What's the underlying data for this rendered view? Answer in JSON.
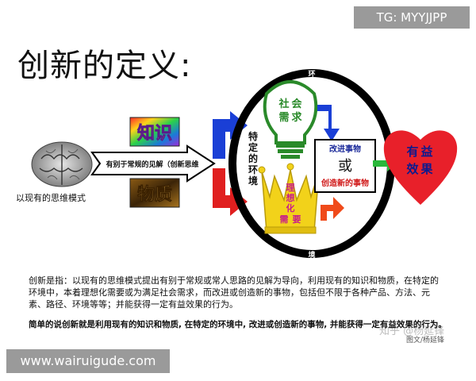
{
  "watermark_top": "TG: MYYJJPP",
  "page_title": "创新的定义:",
  "brain_caption": "以现有的思维模式",
  "knowledge_label": "知识",
  "matter_label": "物质",
  "arrow_text": "有别于常规的见解（创新思维",
  "env_label": "特定的环境",
  "ring_top_char": "环",
  "ring_bottom_char": "境",
  "bulb_text": "社会需求",
  "crown_text": "理想化需要",
  "box_improve": "改进事物",
  "box_or": "或",
  "box_create": "创造新的事物",
  "heart_text": "有益效果",
  "definition": "创新是指：以现有的思维模式提出有别于常规或常人思路的见解为导向，利用现有的知识和物质，在特定的环境中，本着理想化需要或为满足社会需求，而改进或创造新的事物，包括但不限于各种产品、方法、元素、路径、环境等等；并能获得一定有益效果的行为。",
  "summary": "简单的说创新就是利用现有的知识和物质, 在特定的环境中, 改进或创造新的事物, 并能获得一定有益效果的行为。",
  "zhihu_watermark": "知乎 @杨延锋",
  "credit": "图文/杨延锋",
  "watermark_bottom": "www.wairuigude.com",
  "colors": {
    "arrow_blue": "#1a3fd6",
    "arrow_red": "#e01f1f",
    "arrow_orange": "#f04a1a",
    "heart_red": "#e8202a",
    "heart_text": "#0b1a8f",
    "bulb_green": "#2a8a2a",
    "crown_yellow": "#f2d21a",
    "box_blue_text": "#1b2a9a",
    "box_red_text": "#d01818",
    "ring_black": "#000000"
  }
}
